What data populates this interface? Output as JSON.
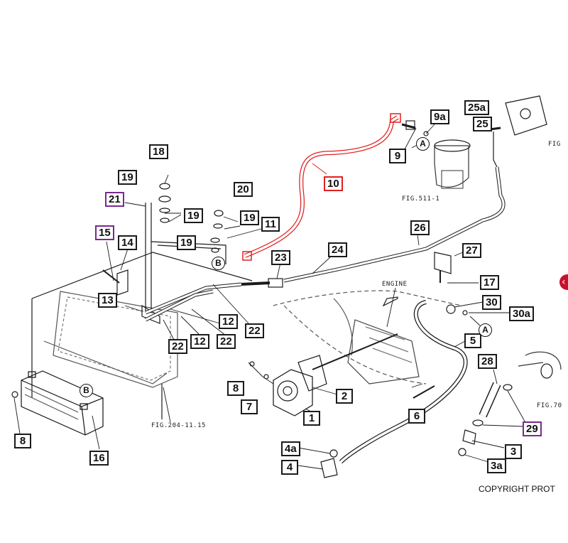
{
  "diagram": {
    "callouts": {
      "c1": "1",
      "c2": "2",
      "c3": "3",
      "c3a": "3a",
      "c4": "4",
      "c4a": "4a",
      "c5": "5",
      "c6": "6",
      "c7": "7",
      "c8a": "8",
      "c8b": "8",
      "c9": "9",
      "c9a": "9a",
      "c10": "10",
      "c11": "11",
      "c12a": "12",
      "c12b": "12",
      "c13": "13",
      "c14": "14",
      "c15": "15",
      "c16": "16",
      "c17": "17",
      "c18": "18",
      "c19a": "19",
      "c19b": "19",
      "c19c": "19",
      "c19d": "19",
      "c20": "20",
      "c21": "21",
      "c22a": "22",
      "c22b": "22",
      "c22c": "22",
      "c23": "23",
      "c24": "24",
      "c25": "25",
      "c25a": "25a",
      "c26": "26",
      "c27": "27",
      "c28": "28",
      "c29": "29",
      "c30": "30",
      "c30a": "30a"
    },
    "refs": {
      "a1": "A",
      "a2": "A",
      "b1": "B",
      "b2": "B"
    },
    "labels": {
      "engine": "ENGINE",
      "fig511": "FIG.511-1",
      "fig204": "FIG.204-11.15",
      "fig_right_top": "FIG",
      "fig_right_mid": "FIG.70"
    },
    "copyright": "COPYRIGHT PROT",
    "nav_arrow": "‹",
    "colors": {
      "highlight_red": "#e02020",
      "highlight_purple": "#7a2a8c",
      "line": "#1a1a1a"
    }
  }
}
